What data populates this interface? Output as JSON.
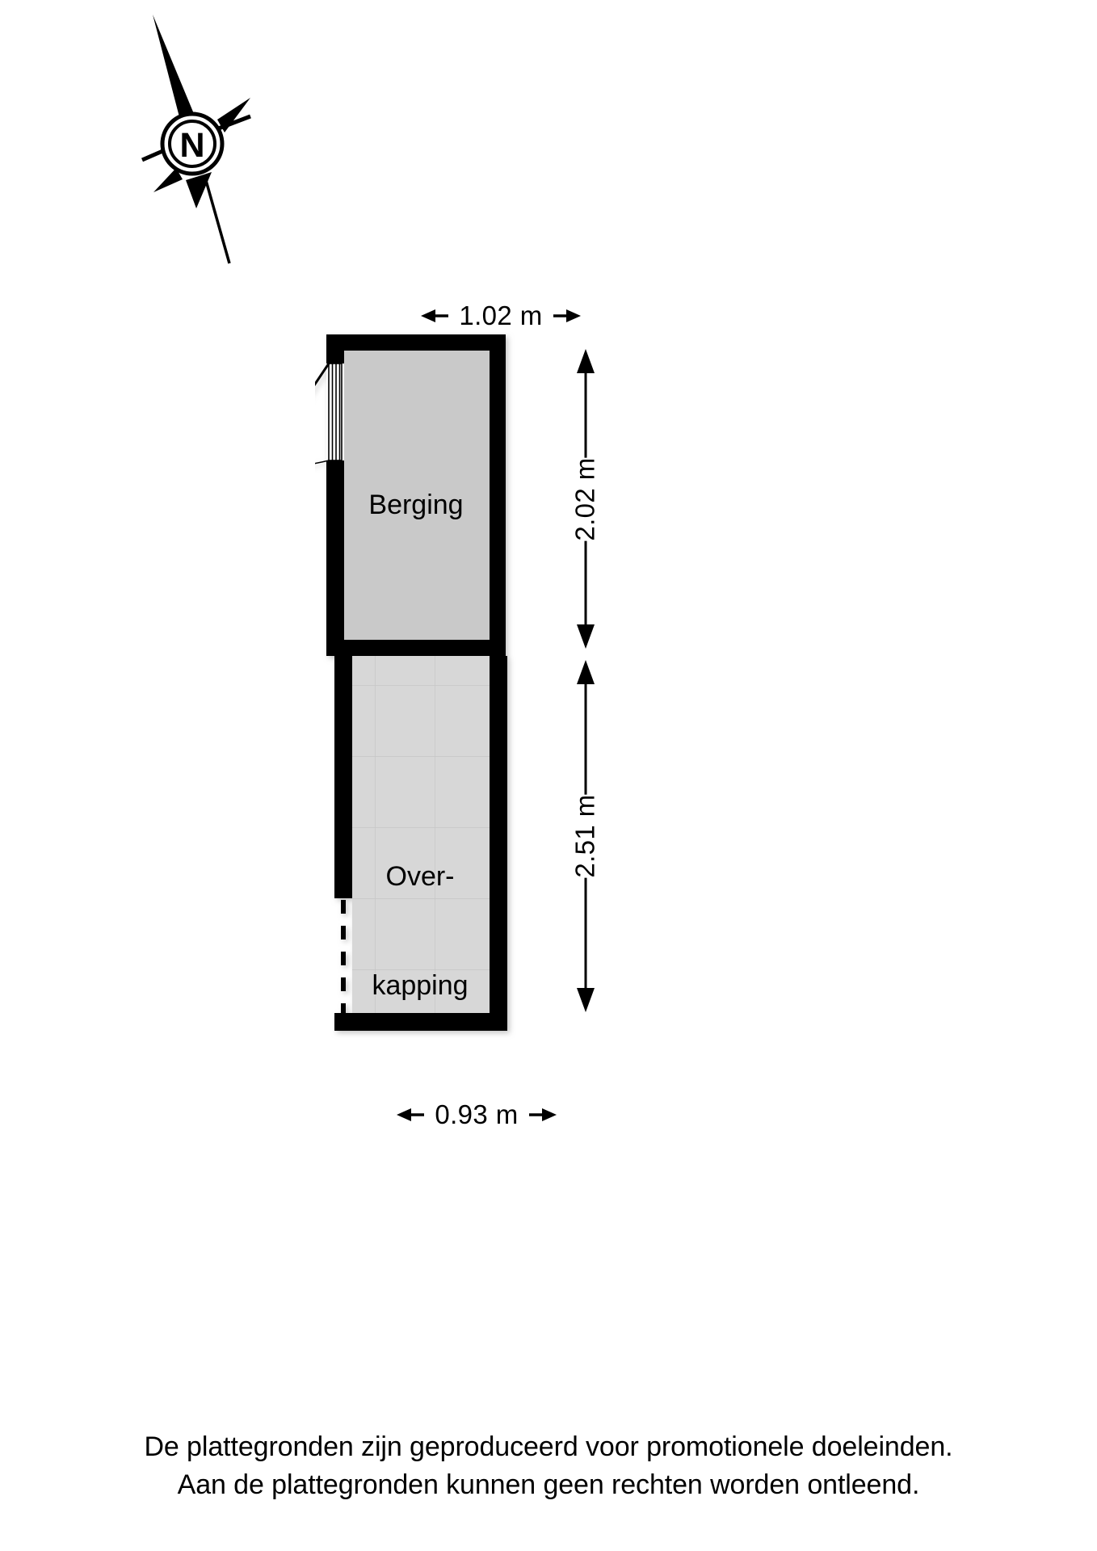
{
  "document": {
    "type": "floor-plan",
    "language": "nl"
  },
  "compass": {
    "icon": "compass-north-icon",
    "letter": "N"
  },
  "dimensions": {
    "top": {
      "value": "1.02 m",
      "orientation": "horizontal",
      "left_arrow": "arrow-left-icon",
      "right_arrow": "arrow-right-icon"
    },
    "right_upper": {
      "value": "2.02 m",
      "orientation": "vertical"
    },
    "right_lower": {
      "value": "2.51 m",
      "orientation": "vertical"
    },
    "bottom": {
      "value": "0.93 m",
      "orientation": "horizontal",
      "left_arrow": "arrow-left-icon",
      "right_arrow": "arrow-right-icon"
    }
  },
  "rooms": [
    {
      "id": "berging",
      "label": "Berging",
      "fill": "#c9c9c9"
    },
    {
      "id": "overkapping",
      "label_line_1": "Over-",
      "label_line_2": "kapping",
      "fill": "#d6d6d6"
    }
  ],
  "openings": [
    {
      "id": "door-berging",
      "name": "door-with-swing",
      "wall": "left"
    }
  ],
  "colors": {
    "wall": "#000000",
    "berging_fill": "#c9c9c9",
    "overkapping_fill": "#d6d6d6",
    "tile_line": "#c4c4c4",
    "background": "#ffffff"
  },
  "disclaimer": {
    "line1": "De plattegronden zijn geproduceerd voor promotionele doeleinden.",
    "line2": "Aan de plattegronden kunnen geen rechten worden ontleend."
  }
}
